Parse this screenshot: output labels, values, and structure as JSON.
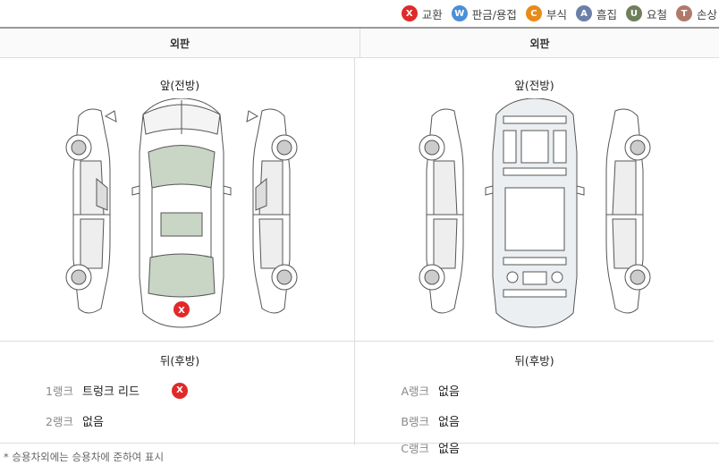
{
  "legend": [
    {
      "code": "X",
      "label": "교환",
      "color": "#e02a2a"
    },
    {
      "code": "W",
      "label": "판금/용접",
      "color": "#4a8fd8"
    },
    {
      "code": "C",
      "label": "부식",
      "color": "#e88b1a"
    },
    {
      "code": "A",
      "label": "흠집",
      "color": "#6b7fa8"
    },
    {
      "code": "U",
      "label": "요철",
      "color": "#6e7f5a"
    },
    {
      "code": "T",
      "label": "손상",
      "color": "#b07a6a"
    }
  ],
  "left": {
    "header": "외판",
    "front_label": "앞(전방)",
    "rear_label": "뒤(후방)",
    "marks": [
      {
        "code": "X",
        "part": "trunk-lid"
      }
    ],
    "ranks": [
      {
        "label": "1랭크",
        "value": "트렁크 리드",
        "code": "X"
      },
      {
        "label": "2랭크",
        "value": "없음"
      }
    ]
  },
  "right": {
    "header": "외판",
    "front_label": "앞(전방)",
    "rear_label": "뒤(후방)",
    "ranks": [
      {
        "label": "A랭크",
        "value": "없음"
      },
      {
        "label": "B랭크",
        "value": "없음"
      },
      {
        "label": "C랭크",
        "value": "없음"
      }
    ]
  },
  "footnote": "* 승용차외에는 승용차에 준하여 표시"
}
